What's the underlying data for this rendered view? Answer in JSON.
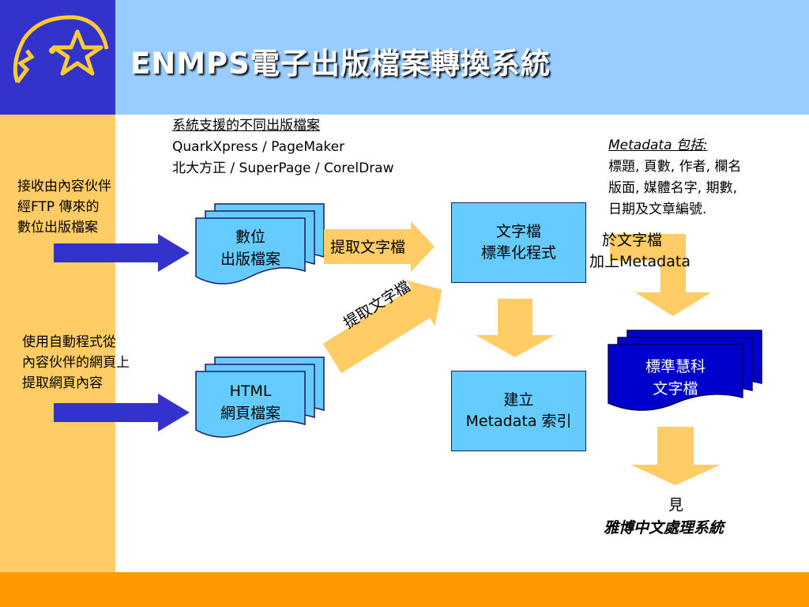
{
  "title": "ENMPS電子出版檔案轉換系統",
  "supported": {
    "heading": "系統支援的不同出版檔案",
    "line1": "QuarkXpress / PageMaker",
    "line2": "北大方正 / SuperPage / CorelDraw"
  },
  "metadata_note": {
    "heading": "Metadata 包括:",
    "line1": "標題, 頁數, 作者, 欄名",
    "line2": "版面, 媒體名字, 期數,",
    "line3": "日期及文章編號."
  },
  "source_ftp": {
    "line1": "接收由內容伙伴",
    "line2": "經FTP 傳來的",
    "line3": "數位出版檔案"
  },
  "source_web": {
    "line1": "使用自動程式從",
    "line2": "內容伙伴的網頁上",
    "line3": "提取網頁內容"
  },
  "doc_digital": {
    "line1": "數位",
    "line2": "出版檔案"
  },
  "doc_html": {
    "line1": "HTML",
    "line2": "網頁檔案"
  },
  "extract_label_1": "提取文字檔",
  "extract_label_2": "提取文字檔",
  "box_standardize": {
    "line1": "文字檔",
    "line2": "標準化程式"
  },
  "box_metadata_index": {
    "line1": "建立",
    "line2": "Metadata 索引"
  },
  "add_metadata": {
    "line1": "於文字檔",
    "line2": "加上Metadata"
  },
  "doc_output": {
    "line1": "標準慧科",
    "line2": "文字檔"
  },
  "see_note": {
    "line1": "見",
    "line2": "雅博中文處理系統"
  },
  "colors": {
    "left_bar": "#ffcc66",
    "header": "#99ccff",
    "logo_bg": "#3333cc",
    "bottom_bar": "#ff9900",
    "box_fill": "#66ccff",
    "output_fill": "#0000cc",
    "blue_arrow": "#3333cc",
    "yellow_arrow": "#ffcc66"
  }
}
